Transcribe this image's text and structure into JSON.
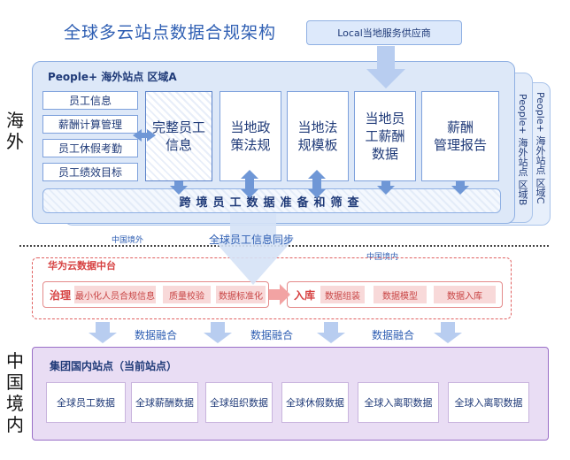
{
  "title": "全球多云站点数据合规架构",
  "local_provider": "Local当地服务供应商",
  "overseas_label": [
    "海",
    "外"
  ],
  "china_label": [
    "中",
    "国",
    "境",
    "内"
  ],
  "region_a_title": "People+ 海外站点 区域A",
  "region_b_label": "People+ 海外站点 区域B",
  "region_c_label": "People+ 海外站点 区域C",
  "employee_items": [
    "员工信息",
    "薪酬计算管理",
    "员工休假考勤",
    "员工绩效目标"
  ],
  "cards": {
    "complete_info": [
      "完整员工",
      "信息"
    ],
    "local_policy": [
      "当地政",
      "策法规"
    ],
    "legal_template": [
      "当地法",
      "规模板"
    ],
    "local_salary": [
      "当地员",
      "工薪酬",
      "数据"
    ],
    "salary_report": [
      "薪酬",
      "管理报告"
    ]
  },
  "cross_border_bar": "跨境员工数据准备和筛查",
  "outside_china": "中国境外",
  "inside_china": "中国境内",
  "global_sync": "全球员工信息同步",
  "huawei_title": "华为云数据中台",
  "governance": {
    "label": "治理",
    "chips": [
      "最小化人员合规信息",
      "质量校验",
      "数据标准化"
    ]
  },
  "ingest": {
    "label": "入库",
    "chips": [
      "数据组装",
      "数据模型",
      "数据入库"
    ]
  },
  "fusion_labels": [
    "数据融合",
    "数据融合",
    "数据融合"
  ],
  "group_title": "集团国内站点（当前站点）",
  "group_items": [
    "全球员工数据",
    "全球薪酬数据",
    "全球组织数据",
    "全球休假数据",
    "全球入离职数据",
    "全球入离职数据"
  ],
  "colors": {
    "arrow": "#b8cdf0",
    "accent_blue": "#2f5fb3",
    "accent_red": "#d64040",
    "purple_border": "#9a6fc7"
  }
}
